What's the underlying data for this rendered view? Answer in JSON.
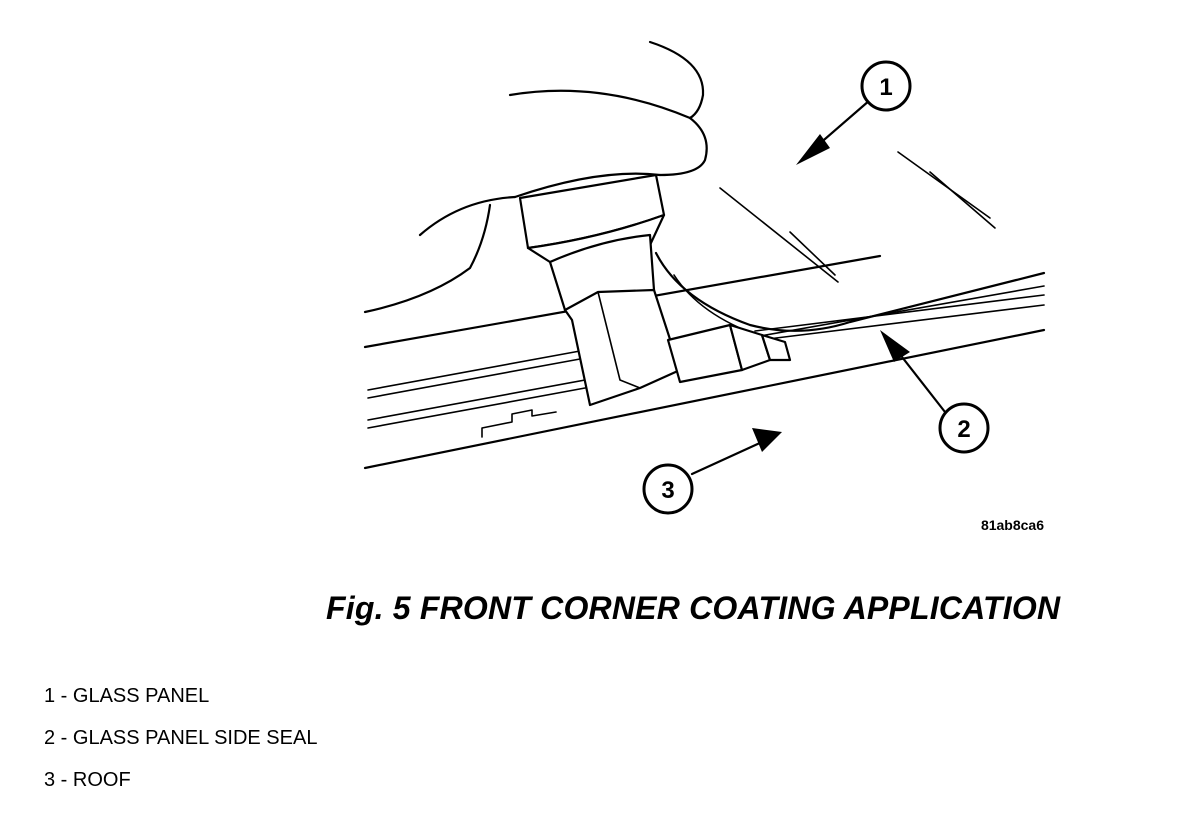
{
  "figure": {
    "caption": "Fig. 5 FRONT CORNER COATING APPLICATION",
    "reference_code": "81ab8ca6"
  },
  "callouts": [
    {
      "number": "1"
    },
    {
      "number": "2"
    },
    {
      "number": "3"
    }
  ],
  "legend": [
    "1 - GLASS PANEL",
    "2 - GLASS PANEL SIDE SEAL",
    "3 - ROOF"
  ]
}
